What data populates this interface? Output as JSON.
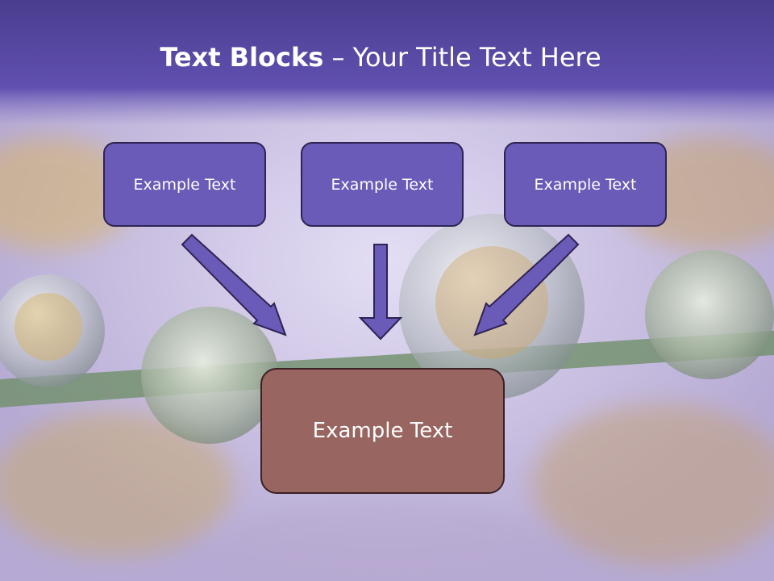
{
  "title": {
    "bold": "Text Blocks",
    "dash": " – ",
    "rest": "Your Title Text Here"
  },
  "boxes": {
    "top": [
      "Example Text",
      "Example Text",
      "Example Text"
    ],
    "bottom": "Example Text"
  },
  "colors": {
    "header": "#5c4fa9",
    "box_fill": "#6b5bb8",
    "box_border": "#2e2353",
    "main_fill": "#986560",
    "arrow_fill": "#6b5bb8"
  }
}
